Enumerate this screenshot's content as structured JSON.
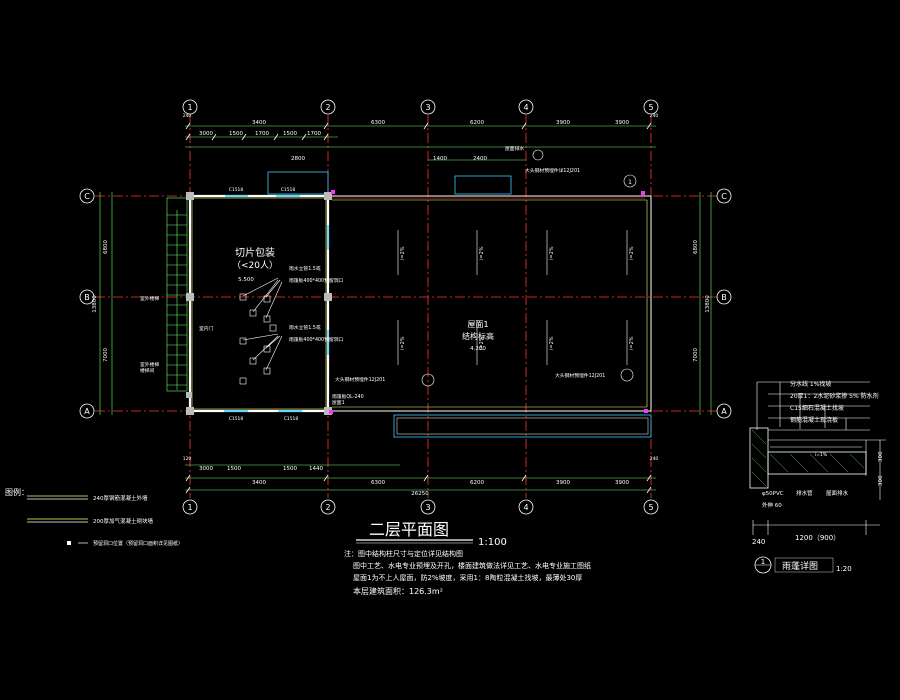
{
  "grid": {
    "cols": [
      "1",
      "2",
      "3",
      "4",
      "5"
    ],
    "rows": [
      "C",
      "B",
      "A"
    ],
    "detail_ref": "1"
  },
  "dims": {
    "top_1": [
      "3400",
      "6300",
      "6200",
      "3900",
      "3900"
    ],
    "top_2": [
      "3000",
      "1500",
      "1700",
      "1500",
      "1700"
    ],
    "top_3": [
      "2800",
      "1400",
      "2400"
    ],
    "bottom_1": [
      "3000",
      "1500",
      "1500",
      "1440"
    ],
    "bottom_2": [
      "3400",
      "6300",
      "6200",
      "3900",
      "3900"
    ],
    "bottom_total": "26250",
    "left_1": [
      "6800",
      "7000"
    ],
    "left_2": "13800",
    "right_1": [
      "6800",
      "7000"
    ],
    "right_2": "13800",
    "edge_small": [
      "240",
      "240",
      "120",
      "240"
    ]
  },
  "rooms": {
    "office_title": "切片包装",
    "office_sub": "（<20人）",
    "office_elev": "5.500",
    "roof_title": "屋面1",
    "roof_sub": "结构标高",
    "roof_elev": "4.200"
  },
  "slopes": [
    "i=2%",
    "i=2%",
    "i=2%",
    "i=2%",
    "i=2%",
    "i=2%",
    "i=2%",
    "i=2%"
  ],
  "window_labels": [
    "C1518",
    "C1518",
    "C1518",
    "C1518"
  ],
  "notes_cad": {
    "stair_label": "室外楼梯",
    "hall_label": "室内门",
    "pipe_note_1": "雨水立管1.5或",
    "pipe_note_2": "雨篷板400*400预留洞口",
    "pipe_note_3": "雨水立管1.5或",
    "pipe_note_4": "雨篷板400*400预留洞口",
    "side_note_1": "室外楼梯",
    "side_note_2": "楼梯间",
    "roof_drain_1": "大头钢材预埋件详12J201",
    "roof_drain_2": "大头钢材预埋件12J201",
    "roof_drain_3": "大头钢材预埋件12J201",
    "gutter_note": "雨篷板QL-240",
    "roof_small": "屋面排水",
    "col_note": "屋面1"
  },
  "legend": {
    "heading": "图例：",
    "item_1": "240厚钢筋混凝土外墙",
    "item_2": "200厚加气混凝土砌块墙",
    "item_3": "预留洞口位置（预留洞口面积详见图纸）"
  },
  "title": {
    "main": "二层平面图",
    "scale": "1:100"
  },
  "notes": {
    "n1": "注：图中结构柱尺寸与定位详见结构图",
    "n2": "图中工艺、水电专业预埋及开孔，楼面建筑做法详见工艺、水电专业施工图纸",
    "n3": "屋面1为不上人屋面，防2%坡度，采用1：8陶粒混凝土找坡，最薄处30厚",
    "n4": "本层建筑面积：126.3m²"
  },
  "detail": {
    "l1": "分水线 1%找坡",
    "l2": "20厚1：2水泥砂浆掺 5% 防水剂",
    "l3": "C15细石混凝土找坡",
    "l4": "钢筋混凝土现浇板",
    "slope": "i=1%",
    "pipe_a": "φ50PVC",
    "pipe_b": "排水管",
    "pipe_c": "外伸 60",
    "dim_h1": "300",
    "dim_h2": "300",
    "dim_w": "1200（900）",
    "dim_240": "240",
    "title": "雨蓬详图",
    "ref": "1",
    "scale": "1:20"
  },
  "colors": {
    "axis": "#ff3333",
    "wall": "#ffff66",
    "wall2": "#ffffff",
    "dim": "#66ff66",
    "text": "#ffffff",
    "window": "#33ccff",
    "note": "#ffff00"
  }
}
